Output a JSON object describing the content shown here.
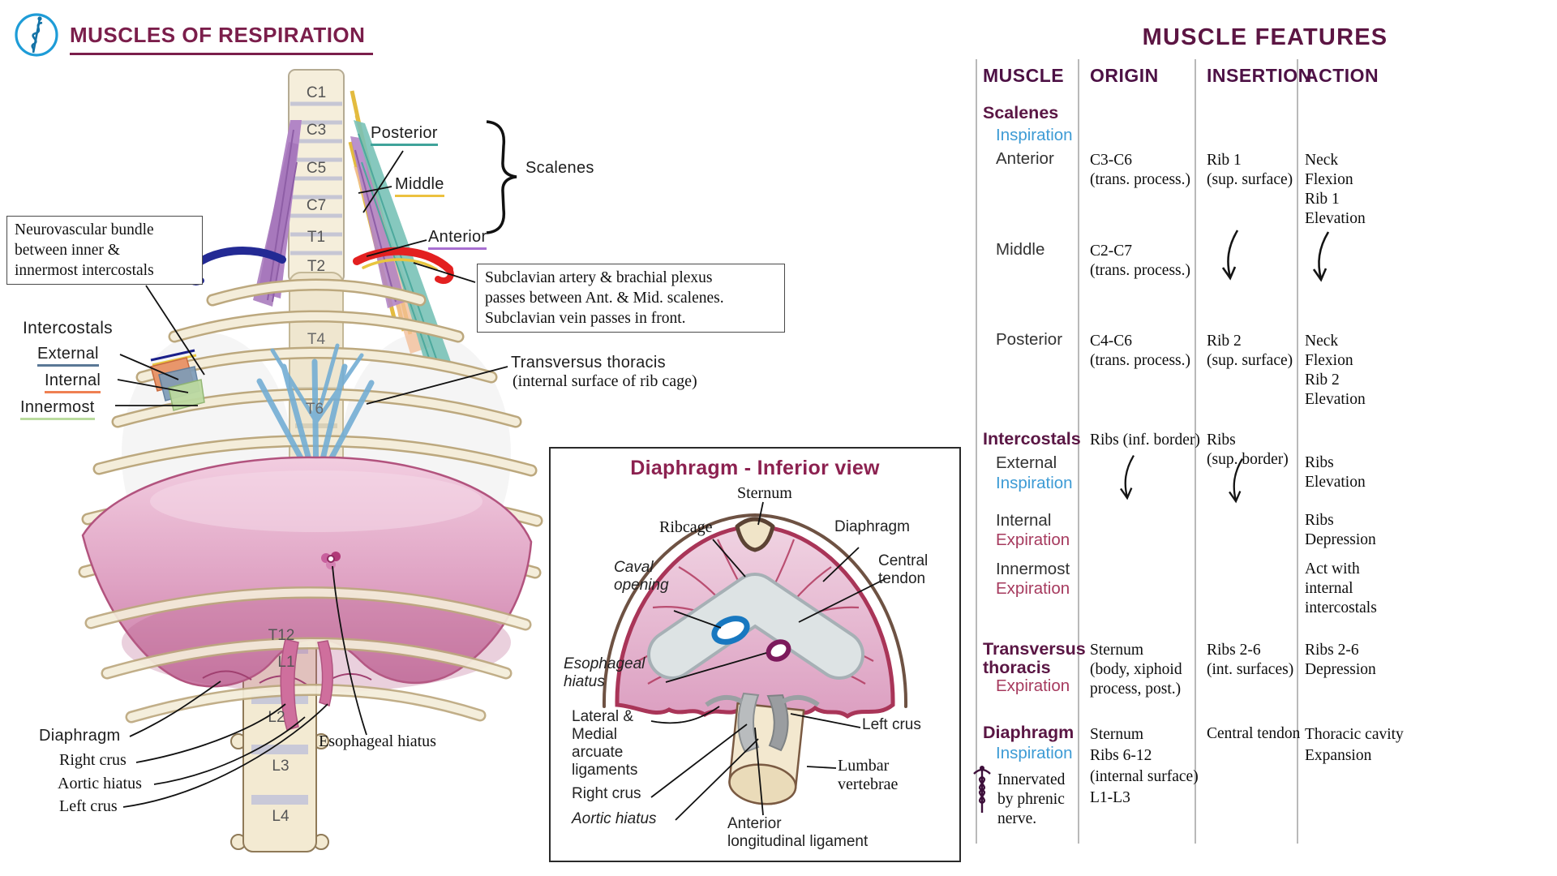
{
  "header": {
    "title": "MUSCLES OF RESPIRATION"
  },
  "colors": {
    "brand_maroon": "#7b1e4b",
    "table_heading_purple": "#4d1145",
    "muscle_group_plum": "#5a1644",
    "inspiration_blue": "#3d9bd5",
    "expiration_rose": "#a63a5e",
    "logo_blue": "#1e9cd7",
    "posterior_underline": "#3fa39a",
    "middle_underline": "#ecc13f",
    "anterior_underline": "#a86fd1",
    "external_underline": "#5a7896",
    "internal_underline": "#ef8052",
    "innermost_underline": "#b9db9e"
  },
  "icons": {
    "logo": "staff-of-asclepius-icon",
    "footnote_symbol": "caduceus-icon",
    "repeat_arrow": "curved-down-arrow-icon"
  },
  "figure": {
    "cervical_labels": [
      "C1",
      "C3",
      "C5",
      "C7",
      "T1",
      "T2"
    ],
    "thoracic_labels": [
      "T4",
      "T6"
    ],
    "lumbar_labels": [
      "T12",
      "L1",
      "L2",
      "L3",
      "L4"
    ],
    "scalenes_group_label": "Scalenes",
    "scalene_posterior": "Posterior",
    "scalene_middle": "Middle",
    "scalene_anterior": "Anterior",
    "note_neurovascular": "Neurovascular bundle\nbetween inner &\ninnermost intercostals",
    "note_subclavian": "Subclavian artery & brachial plexus\npasses between Ant. & Mid. scalenes.\nSubclavian vein passes in front.",
    "intercostals_heading": "Intercostals",
    "intercostal_external": "External",
    "intercostal_internal": "Internal",
    "intercostal_innermost": "Innermost",
    "transversus_label": "Transversus thoracis",
    "transversus_sublabel": "(internal surface of rib cage)",
    "diaphragm_label": "Diaphragm",
    "right_crus_label": "Right crus",
    "aortic_hiatus_label": "Aortic hiatus",
    "left_crus_label": "Left crus",
    "esophageal_hiatus_label": "Esophageal hiatus"
  },
  "inferior_view": {
    "title": "Diaphragm - Inferior view",
    "sternum": "Sternum",
    "ribcage": "Ribcage",
    "diaphragm": "Diaphragm",
    "central_tendon": "Central\ntendon",
    "caval_opening": "Caval\nopening",
    "esophageal_hiatus": "Esophageal\nhiatus",
    "arcuate_ligaments": "Lateral &\nMedial\narcuate\nligaments",
    "right_crus": "Right crus",
    "aortic_hiatus": "Aortic hiatus",
    "anterior_longitudinal_ligament": "Anterior\nlongitudinal ligament",
    "left_crus": "Left crus",
    "lumbar_vertebrae": "Lumbar\nvertebrae"
  },
  "table": {
    "title": "MUSCLE FEATURES",
    "col_muscle": "MUSCLE",
    "col_origin": "ORIGIN",
    "col_insertion": "INSERTION",
    "col_action": "ACTION",
    "scalenes": {
      "group": "Scalenes",
      "phase": "Inspiration",
      "anterior": {
        "name": "Anterior",
        "origin": "C3-C6\n(trans. process.)",
        "insertion": "Rib 1\n(sup. surface)",
        "action": "Neck\nFlexion\nRib 1\nElevation"
      },
      "middle": {
        "name": "Middle",
        "origin": "C2-C7\n(trans. process.)"
      },
      "posterior": {
        "name": "Posterior",
        "origin": "C4-C6\n(trans. process.)",
        "insertion": "Rib 2\n(sup. surface)",
        "action": "Neck\nFlexion\nRib 2\nElevation"
      }
    },
    "intercostals": {
      "group": "Intercostals",
      "origin": "Ribs (inf. border)",
      "insertion": "Ribs\n(sup. border)",
      "external": {
        "name": "External",
        "phase": "Inspiration",
        "action": "Ribs\nElevation"
      },
      "internal": {
        "name": "Internal",
        "phase": "Expiration",
        "action": "Ribs\nDepression"
      },
      "innermost": {
        "name": "Innermost",
        "phase": "Expiration",
        "action": "Act with\ninternal\nintercostals"
      }
    },
    "transversus": {
      "group": "Transversus\nthoracis",
      "phase": "Expiration",
      "origin": "Sternum\n(body, xiphoid\nprocess, post.)",
      "insertion": "Ribs 2-6\n(int. surfaces)",
      "action": "Ribs 2-6\nDepression"
    },
    "diaphragm": {
      "group": "Diaphragm",
      "phase": "Inspiration",
      "origin": "Sternum\nRibs 6-12\n(internal surface)\nL1-L3",
      "insertion": "Central tendon",
      "action": "Thoracic cavity\nExpansion"
    },
    "footnote": "Innervated\nby phrenic\nnerve."
  }
}
